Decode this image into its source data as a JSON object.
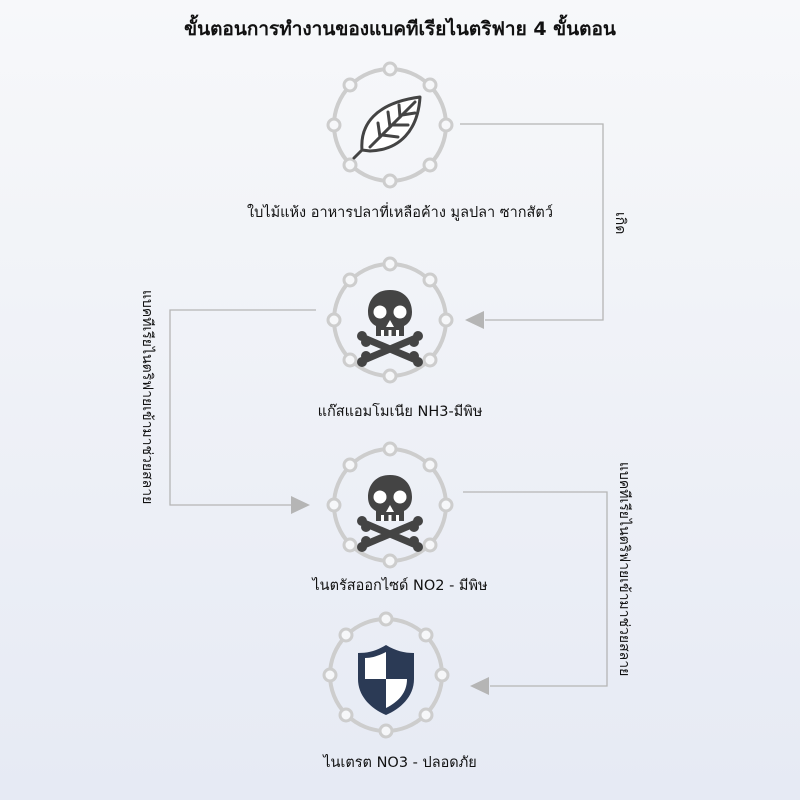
{
  "title": "ขั้นตอนการทำงานของแบคทีเรียไนตริฟาย 4 ขั้นตอน",
  "nodes": [
    {
      "icon": "leaf-icon",
      "label": "ใบไม้แห้ง อาหารปลาที่เหลือค้าง มูลปลา ซากสัตว์"
    },
    {
      "icon": "skull-crossbones-icon",
      "label": "แก๊สแอมโมเนีย  NH3-มีพิษ"
    },
    {
      "icon": "skull-crossbones-icon",
      "label": "ไนตรัสออกไซด์ NO2 - มีพิษ"
    },
    {
      "icon": "shield-icon",
      "label": "ไนเตรต NO3 - ปลอดภัย"
    }
  ],
  "connectors": [
    {
      "text": "เกิด"
    },
    {
      "text": "แบคทีเรียไนตริฟายเข้ามาช่วยสลาย"
    },
    {
      "text": "แบคทีเรียไนตริฟายเข้ามาช่วยสลาย"
    }
  ],
  "colors": {
    "ring": "#c8c8c8",
    "icon": "#444444",
    "shield": "#2b3a55",
    "line": "#b0b0b0"
  }
}
